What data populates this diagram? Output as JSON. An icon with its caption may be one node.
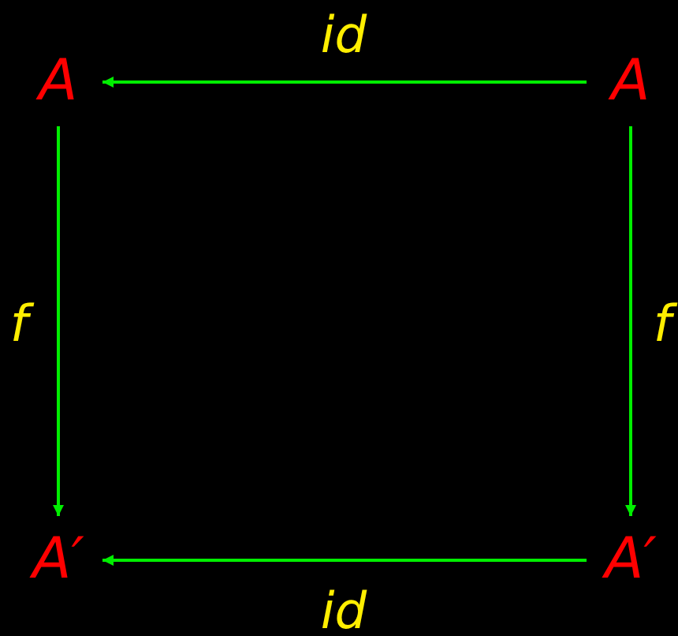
{
  "diagram": {
    "nodes": [
      {
        "text": [
          "A"
        ]
      },
      {
        "text": [
          "A"
        ]
      },
      {
        "text": [
          "A′"
        ]
      },
      {
        "text": [
          "A′"
        ]
      }
    ],
    "edges": [
      {
        "from": 1,
        "to": 0,
        "arrow": "to",
        "label": "id"
      },
      {
        "from": 0,
        "to": 2,
        "arrow": "to",
        "label": "f"
      },
      {
        "from": 1,
        "to": 3,
        "arrow": "to",
        "label": "f"
      },
      {
        "from": 3,
        "to": 2,
        "arrow": "to",
        "label": "id"
      }
    ]
  }
}
